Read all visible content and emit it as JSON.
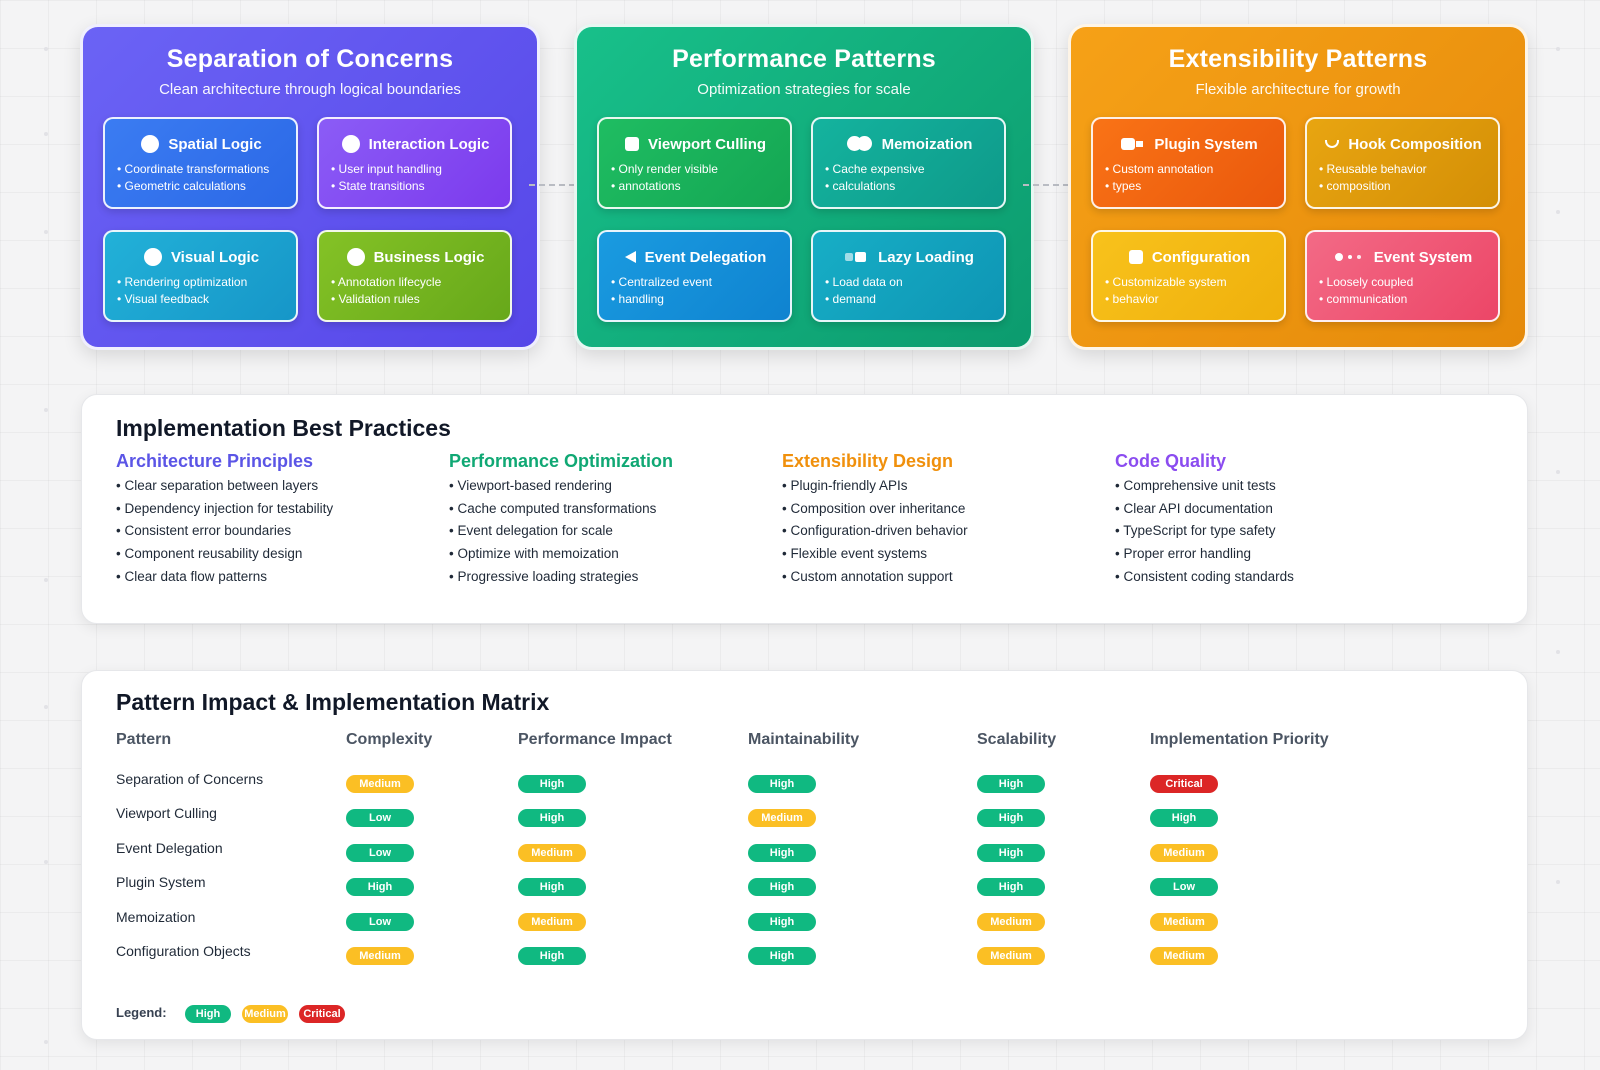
{
  "colors": {
    "high": "#10b981",
    "medium": "#fbbf24",
    "low": "#10b981",
    "critical": "#dc2626",
    "architecture": "#6366f1",
    "performance": "#10b981",
    "extensibility": "#f59e0b",
    "quality": "#8b5cf6"
  },
  "panels": [
    {
      "title": "Separation of Concerns",
      "subtitle": "Clean architecture through logical boundaries",
      "cards": [
        {
          "title": "Spatial Logic",
          "icon": "circle-icon",
          "items": [
            "Coordinate transformations",
            "Geometric calculations"
          ]
        },
        {
          "title": "Interaction Logic",
          "icon": "circle-icon",
          "items": [
            "User input handling",
            "State transitions"
          ]
        },
        {
          "title": "Visual Logic",
          "icon": "circle-icon",
          "items": [
            "Rendering optimization",
            "Visual feedback"
          ]
        },
        {
          "title": "Business Logic",
          "icon": "circle-icon",
          "items": [
            "Annotation lifecycle",
            "Validation rules"
          ]
        }
      ]
    },
    {
      "title": "Performance Patterns",
      "subtitle": "Optimization strategies for scale",
      "cards": [
        {
          "title": "Viewport Culling",
          "icon": "square-icon",
          "items": [
            "Only render visible",
            "annotations"
          ]
        },
        {
          "title": "Memoization",
          "icon": "double-circle-icon",
          "items": [
            "Cache expensive",
            "calculations"
          ]
        },
        {
          "title": "Event Delegation",
          "icon": "triangle-icon",
          "items": [
            "Centralized event",
            "handling"
          ]
        },
        {
          "title": "Lazy Loading",
          "icon": "blocks-icon",
          "items": [
            "Load data on",
            "demand"
          ]
        }
      ]
    },
    {
      "title": "Extensibility Patterns",
      "subtitle": "Flexible architecture for growth",
      "cards": [
        {
          "title": "Plugin System",
          "icon": "plug-icon",
          "items": [
            "Custom annotation",
            "types"
          ]
        },
        {
          "title": "Hook Composition",
          "icon": "hook-icon",
          "items": [
            "Reusable behavior",
            "composition"
          ]
        },
        {
          "title": "Configuration",
          "icon": "square-icon",
          "items": [
            "Customizable system",
            "behavior"
          ]
        },
        {
          "title": "Event System",
          "icon": "dots-icon",
          "items": [
            "Loosely coupled",
            "communication"
          ]
        }
      ]
    }
  ],
  "best_practices": {
    "title": "Implementation Best Practices",
    "columns": [
      {
        "heading": "Architecture Principles",
        "items": [
          "Clear separation between layers",
          "Dependency injection for testability",
          "Consistent error boundaries",
          "Component reusability design",
          "Clear data flow patterns"
        ]
      },
      {
        "heading": "Performance Optimization",
        "items": [
          "Viewport-based rendering",
          "Cache computed transformations",
          "Event delegation for scale",
          "Optimize with memoization",
          "Progressive loading strategies"
        ]
      },
      {
        "heading": "Extensibility Design",
        "items": [
          "Plugin-friendly APIs",
          "Composition over inheritance",
          "Configuration-driven behavior",
          "Flexible event systems",
          "Custom annotation support"
        ]
      },
      {
        "heading": "Code Quality",
        "items": [
          "Comprehensive unit tests",
          "Clear API documentation",
          "TypeScript for type safety",
          "Proper error handling",
          "Consistent coding standards"
        ]
      }
    ]
  },
  "matrix": {
    "title": "Pattern Impact & Implementation Matrix",
    "headers": [
      "Pattern",
      "Complexity",
      "Performance Impact",
      "Maintainability",
      "Scalability",
      "Implementation Priority"
    ],
    "rows": [
      {
        "name": "Separation of Concerns",
        "values": [
          "Medium",
          "High",
          "High",
          "High",
          "Critical"
        ]
      },
      {
        "name": "Viewport Culling",
        "values": [
          "Low",
          "High",
          "Medium",
          "High",
          "High"
        ]
      },
      {
        "name": "Event Delegation",
        "values": [
          "Low",
          "Medium",
          "High",
          "High",
          "Medium"
        ]
      },
      {
        "name": "Plugin System",
        "values": [
          "High",
          "High",
          "High",
          "High",
          "Low"
        ]
      },
      {
        "name": "Memoization",
        "values": [
          "Low",
          "Medium",
          "High",
          "Medium",
          "Medium"
        ]
      },
      {
        "name": "Configuration Objects",
        "values": [
          "Medium",
          "High",
          "High",
          "Medium",
          "Medium"
        ]
      }
    ],
    "legend": {
      "label": "Legend:",
      "items": [
        "High",
        "Medium",
        "Critical"
      ]
    }
  }
}
